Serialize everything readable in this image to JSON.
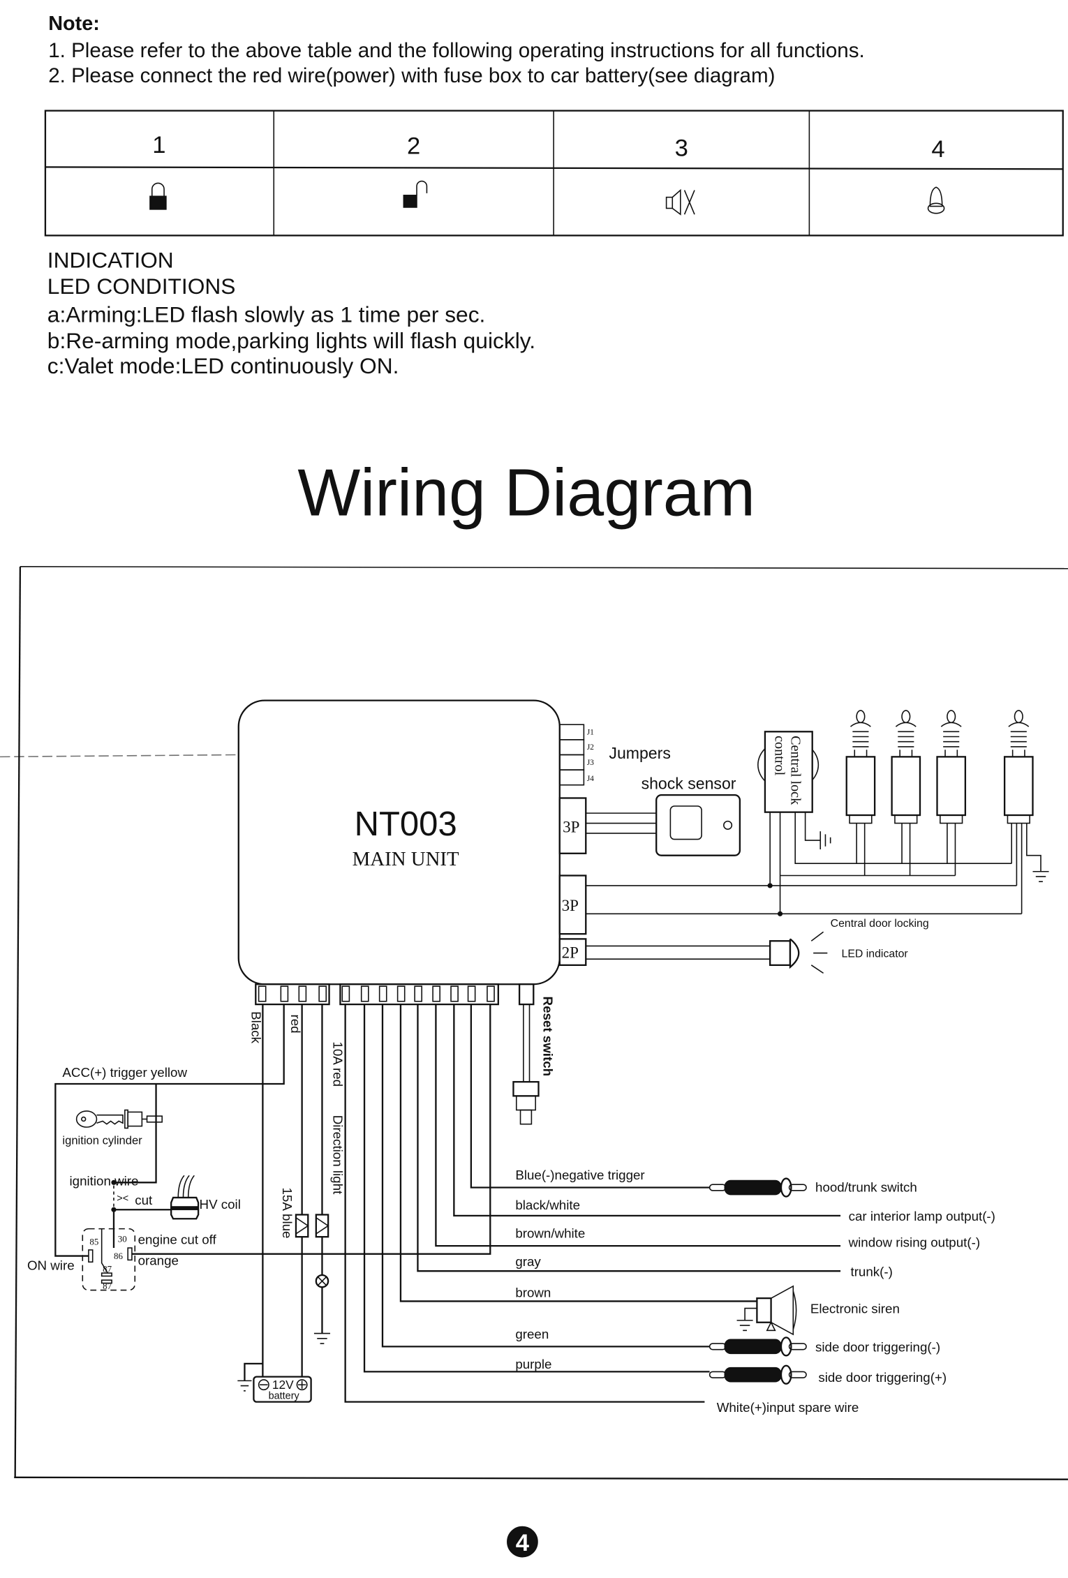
{
  "note": {
    "heading": "Note:",
    "lines": [
      "1. Please refer to the above table and the following operating instructions for all functions.",
      "2. Please connect the red wire(power) with fuse box to car battery(see diagram)"
    ]
  },
  "function_table": {
    "columns": [
      {
        "number": "1",
        "icon": "lock-closed-icon"
      },
      {
        "number": "2",
        "icon": "lock-open-icon"
      },
      {
        "number": "3",
        "icon": "speaker-mute-icon"
      },
      {
        "number": "4",
        "icon": "bell-icon"
      }
    ]
  },
  "indication": {
    "title": "INDICATION",
    "subtitle": "LED CONDITIONS",
    "items": [
      "a:Arming:LED flash slowly as 1 time per sec.",
      "b:Re-arming mode,parking lights will flash quickly.",
      "c:Valet mode:LED continuously ON."
    ]
  },
  "diagram": {
    "title": "Wiring Diagram",
    "main_unit": {
      "model": "NT003",
      "label": "MAIN UNIT"
    },
    "jumpers": {
      "label": "Jumpers",
      "items": [
        "J1",
        "J2",
        "J3",
        "J4"
      ]
    },
    "connectors": {
      "p3a": "3P",
      "p3b": "3P",
      "p2": "2P"
    },
    "shock_sensor": "shock sensor",
    "central_lock": {
      "line1": "Central lock",
      "line2": "control"
    },
    "central_door_locking": "Central door locking",
    "led_indicator": "LED indicator",
    "reset_switch": "Reset switch",
    "left_wires": {
      "black": "Black",
      "red": "red",
      "red_10a": "10A red",
      "direction_light": "Direction light",
      "blue_15a": "15A blue"
    },
    "ignition": {
      "acc_trigger": "ACC(+) trigger  yellow",
      "cylinder": "ignition cylinder",
      "wire": "ignition wire",
      "cut": "cut",
      "hv_coil": "HV coil",
      "engine_cut_off": "engine cut off",
      "orange": "orange",
      "on_wire": "ON wire",
      "relay_pins": [
        "85",
        "30",
        "86",
        "87",
        "87"
      ]
    },
    "battery": {
      "voltage": "12V",
      "label": "battery"
    },
    "right_wires": [
      {
        "wire": "Blue(-)negative trigger",
        "target": "hood/trunk switch"
      },
      {
        "wire": "black/white",
        "target": "car interior lamp output(-)"
      },
      {
        "wire": "brown/white",
        "target": "window rising output(-)"
      },
      {
        "wire": "gray",
        "target": "trunk(-)"
      },
      {
        "wire": "brown",
        "target": "Electronic siren"
      },
      {
        "wire": "green",
        "target": "side door triggering(-)"
      },
      {
        "wire": "purple",
        "target": "side door triggering(+)"
      },
      {
        "wire": "",
        "target": "White(+)input spare wire"
      }
    ]
  },
  "page_number": "4"
}
